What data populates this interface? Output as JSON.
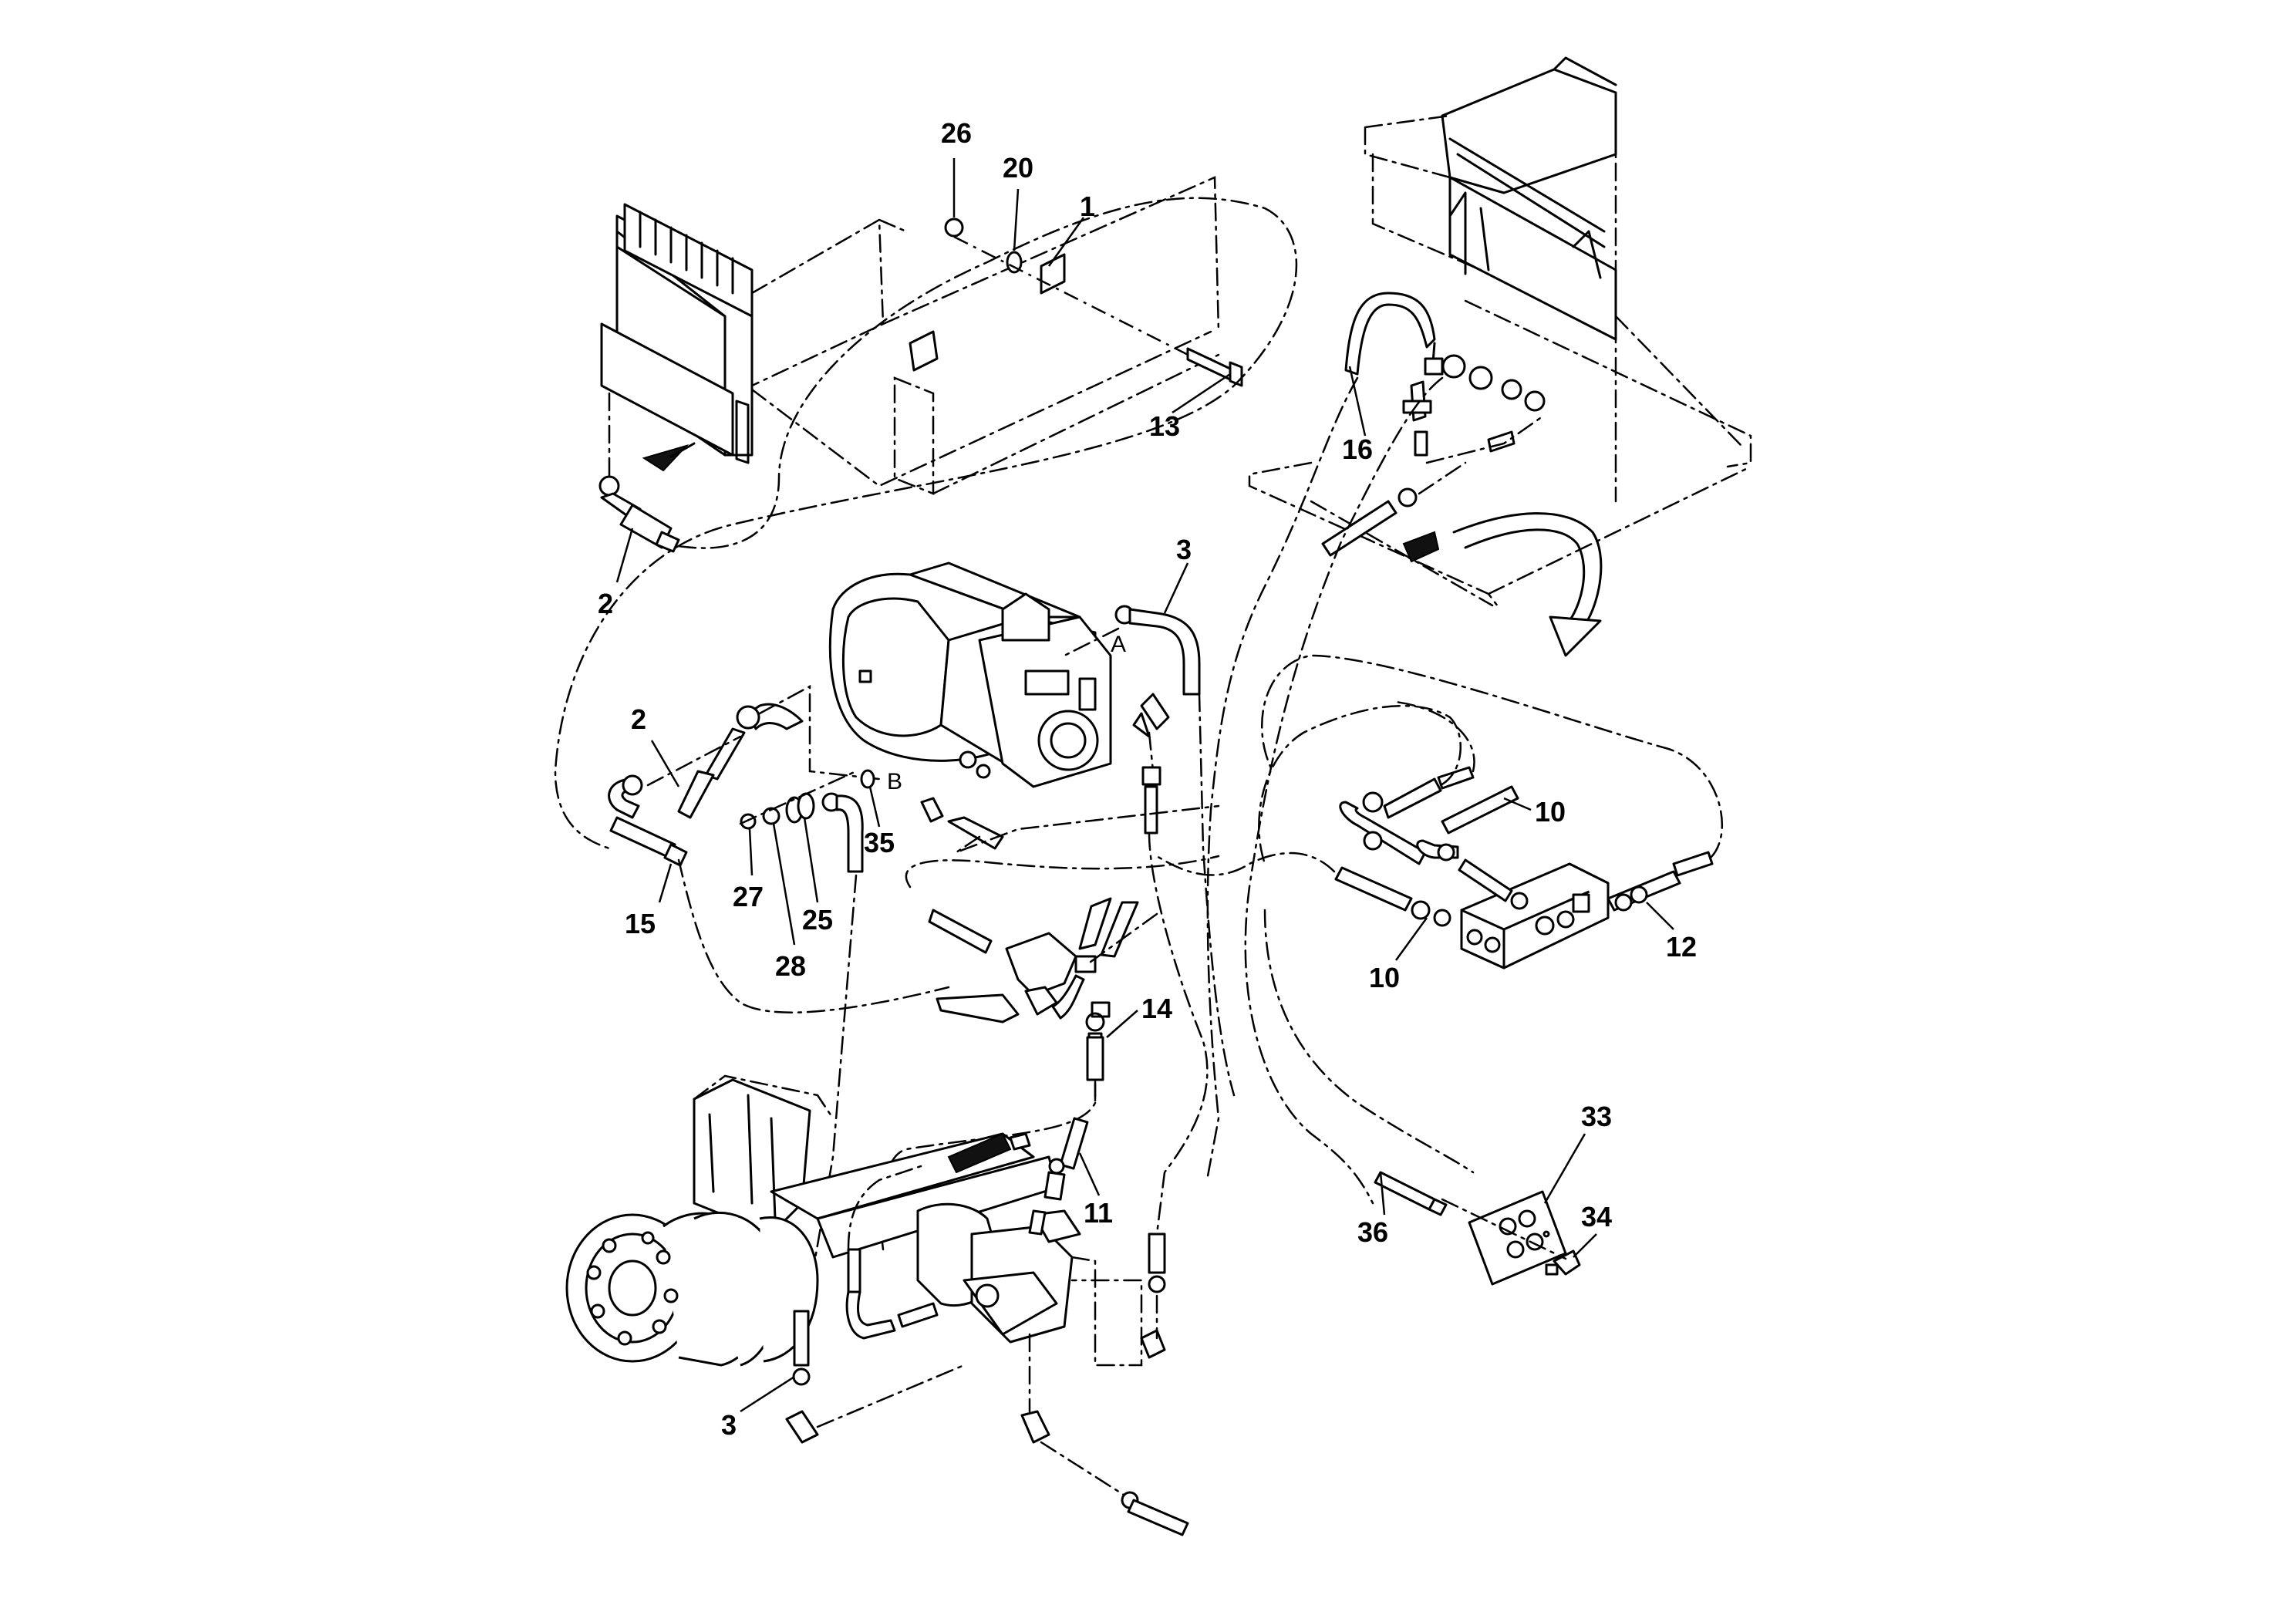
{
  "diagram": {
    "callouts": [
      {
        "id": "c26",
        "text": "26"
      },
      {
        "id": "c20",
        "text": "20"
      },
      {
        "id": "c1",
        "text": "1"
      },
      {
        "id": "c13",
        "text": "13"
      },
      {
        "id": "c2a",
        "text": "2"
      },
      {
        "id": "c16",
        "text": "16"
      },
      {
        "id": "c3a",
        "text": "3"
      },
      {
        "id": "c2b",
        "text": "2"
      },
      {
        "id": "c35",
        "text": "35"
      },
      {
        "id": "c27",
        "text": "27"
      },
      {
        "id": "c25",
        "text": "25"
      },
      {
        "id": "c15",
        "text": "15"
      },
      {
        "id": "c28",
        "text": "28"
      },
      {
        "id": "c10a",
        "text": "10"
      },
      {
        "id": "c10b",
        "text": "10"
      },
      {
        "id": "c12",
        "text": "12"
      },
      {
        "id": "c14",
        "text": "14"
      },
      {
        "id": "c11",
        "text": "11"
      },
      {
        "id": "c33",
        "text": "33"
      },
      {
        "id": "c34",
        "text": "34"
      },
      {
        "id": "c36",
        "text": "36"
      },
      {
        "id": "c3b",
        "text": "3"
      }
    ],
    "ports": [
      {
        "id": "portA",
        "text": "A"
      },
      {
        "id": "portB",
        "text": "B"
      }
    ]
  }
}
